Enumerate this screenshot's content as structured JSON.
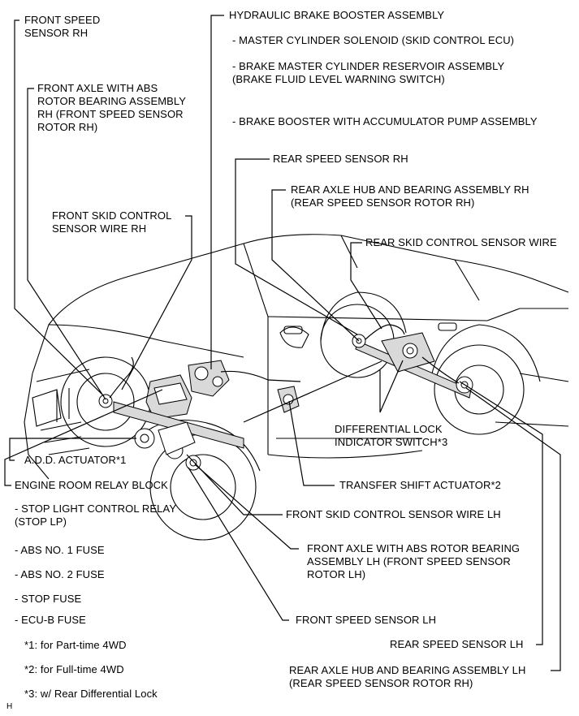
{
  "labels": {
    "front_speed_sensor_rh": "FRONT SPEED\nSENSOR RH",
    "front_axle_rh": "FRONT AXLE WITH ABS\nROTOR BEARING ASSEMBLY\nRH (FRONT SPEED SENSOR\nROTOR RH)",
    "front_skid_wire_rh": "FRONT SKID CONTROL\nSENSOR WIRE RH",
    "hydraulic_booster": "HYDRAULIC BRAKE BOOSTER ASSEMBLY",
    "master_cyl_solenoid": "- MASTER CYLINDER SOLENOID (SKID CONTROL ECU)",
    "reservoir": "- BRAKE MASTER CYLINDER RESERVOIR ASSEMBLY\n(BRAKE FLUID LEVEL WARNING SWITCH)",
    "accumulator": "- BRAKE BOOSTER WITH ACCUMULATOR PUMP ASSEMBLY",
    "rear_speed_sensor_rh": "REAR SPEED SENSOR RH",
    "rear_axle_rh": "REAR AXLE HUB AND BEARING ASSEMBLY RH\n(REAR SPEED SENSOR ROTOR RH)",
    "rear_skid_wire": "REAR SKID CONTROL SENSOR WIRE",
    "diff_lock_switch": "DIFFERENTIAL LOCK\nINDICATOR SWITCH*3",
    "add_actuator": "A.D.D. ACTUATOR*1",
    "transfer_shift": "TRANSFER SHIFT ACTUATOR*2",
    "engine_relay_block": "ENGINE ROOM RELAY BLOCK",
    "stop_light_relay": "- STOP LIGHT CONTROL RELAY\n(STOP LP)",
    "front_skid_wire_lh": "FRONT SKID CONTROL SENSOR WIRE LH",
    "abs_fuse_1": "- ABS NO. 1 FUSE",
    "front_axle_lh": "FRONT AXLE WITH ABS ROTOR BEARING\nASSEMBLY LH (FRONT SPEED SENSOR\nROTOR LH)",
    "abs_fuse_2": "- ABS NO. 2 FUSE",
    "stop_fuse": "- STOP FUSE",
    "ecub_fuse": "- ECU-B FUSE",
    "front_speed_sensor_lh": "FRONT SPEED SENSOR LH",
    "rear_speed_sensor_lh": "REAR SPEED SENSOR LH",
    "rear_axle_lh": "REAR AXLE HUB AND BEARING ASSEMBLY LH\n(REAR SPEED SENSOR ROTOR RH)"
  },
  "notes": {
    "note1": "*1: for Part-time 4WD",
    "note2": "*2: for Full-time 4WD",
    "note3": "*3: w/ Rear Differential Lock"
  },
  "corner_mark": "H"
}
